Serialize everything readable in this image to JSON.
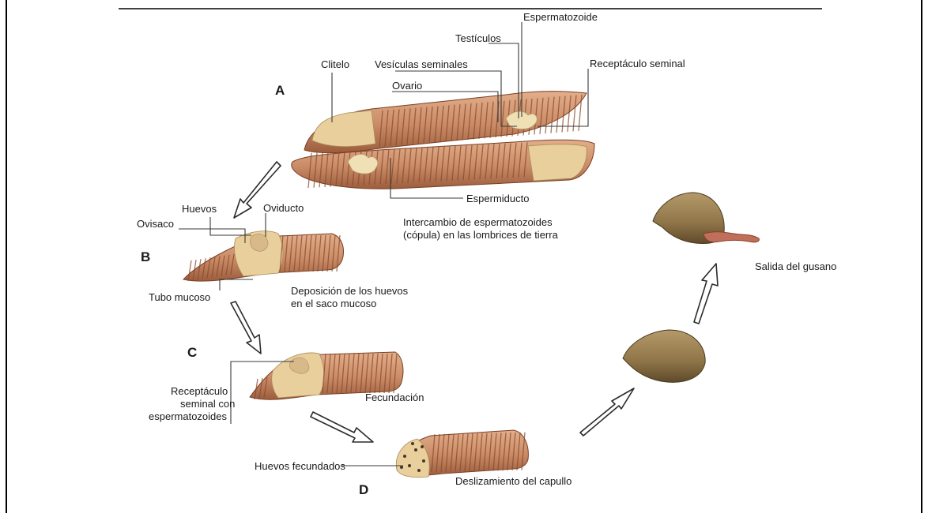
{
  "stages": {
    "a": "A",
    "b": "B",
    "c": "C",
    "d": "D"
  },
  "labels": {
    "espermatozoide": "Espermatozoide",
    "testiculos": "Testículos",
    "clitelo": "Clitelo",
    "vesiculas": "Vesículas seminales",
    "receptaculo": "Receptáculo seminal",
    "ovario": "Ovario",
    "espermiducto": "Espermiducto",
    "huevos": "Huevos",
    "oviducto": "Oviducto",
    "ovisaco": "Ovisaco",
    "tubo_mucoso": "Tubo mucoso",
    "receptaculo_c": [
      "Receptáculo",
      "seminal con",
      "espermatozoides"
    ],
    "huevos_fecundados": "Huevos fecundados"
  },
  "captions": {
    "intercambio": [
      "Intercambio de espermatozoides",
      "(cópula) en las lombrices de tierra"
    ],
    "deposicion": [
      "Deposición de los huevos",
      "en el saco mucoso"
    ],
    "fecundacion": "Fecundación",
    "deslizamiento": "Deslizamiento del capullo",
    "salida": "Salida del gusano"
  },
  "colors": {
    "worm_body": "#c98b66",
    "worm_segment": "#8a4a2c",
    "clitellum": "#e9cf9c",
    "cocoon": "#8f7448",
    "border": "#000000"
  }
}
